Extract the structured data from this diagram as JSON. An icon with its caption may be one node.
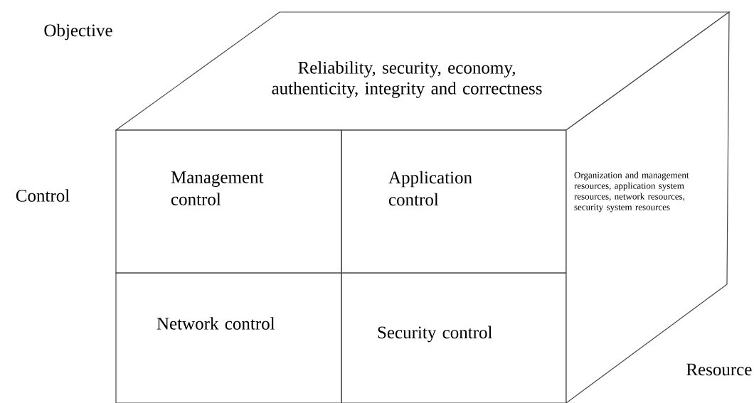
{
  "diagram": {
    "nodes": [
      {
        "text": [
          "Reliability, security, economy, authenticity, integrity and correctness"
        ]
      },
      {
        "text": [
          "Management control"
        ]
      },
      {
        "text": [
          "Application control"
        ]
      },
      {
        "text": [
          "Network control"
        ]
      },
      {
        "text": [
          "Security control"
        ]
      },
      {
        "text": [
          "Organization and management resources, application system resources, network resources, security system resources"
        ]
      }
    ],
    "labels": [
      "Objective",
      "Control",
      "Resource"
    ]
  }
}
